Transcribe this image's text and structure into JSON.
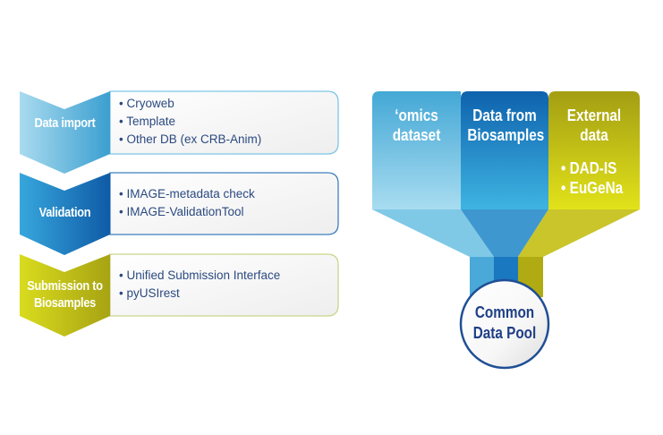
{
  "workflow": {
    "steps": [
      {
        "label": "Data import",
        "items": [
          "Cryoweb",
          "Template",
          "Other DB (ex CRB-Anim)"
        ],
        "colors": {
          "from": "#a9dbef",
          "to": "#3b9fd0",
          "border": "#7cc6e6"
        }
      },
      {
        "label": "Validation",
        "items": [
          "IMAGE-metadata check",
          "IMAGE-ValidationTool"
        ],
        "colors": {
          "from": "#37a7dd",
          "to": "#0f5ba6",
          "border": "#3f7fbf"
        }
      },
      {
        "label_lines": [
          "Submission to",
          "Biosamples"
        ],
        "items": [
          "Unified Submission Interface",
          "pyUSIrest"
        ],
        "colors": {
          "from": "#d9dc1e",
          "to": "#a7a313",
          "border": "#c8d68a"
        }
      }
    ]
  },
  "funnel": {
    "sources": [
      {
        "lines": [
          "‘omics",
          "dataset"
        ],
        "bullets": [],
        "colors": {
          "top": "#44a8d6",
          "bottom": "#a8dcf0",
          "funnel": "#7fc9e6",
          "stem": "#4aa9d8"
        }
      },
      {
        "lines": [
          "Data from",
          "Biosamples"
        ],
        "bullets": [],
        "colors": {
          "top": "#0e62ad",
          "bottom": "#3fb4e2",
          "funnel": "#3f97d0",
          "stem": "#1a78c0"
        }
      },
      {
        "lines": [
          "External",
          "data"
        ],
        "bullets": [
          "DAD-IS",
          "EuGeNa"
        ],
        "colors": {
          "top": "#a39e13",
          "bottom": "#e2e21a",
          "funnel": "#c9c52a",
          "stem": "#b0ab12"
        }
      }
    ],
    "target": {
      "lines": [
        "Common",
        "Data Pool"
      ],
      "border_color": "#1f4f95",
      "text_color": "#1f3f85"
    }
  }
}
